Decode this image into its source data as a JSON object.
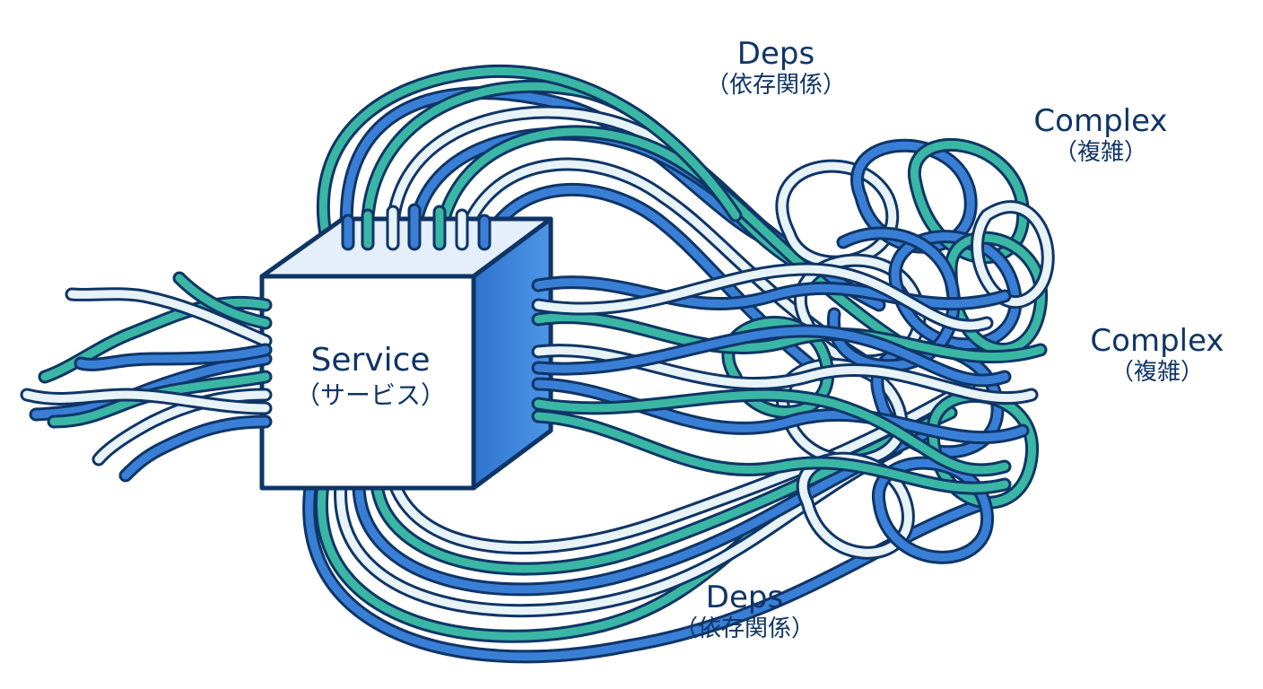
{
  "service": {
    "name": "Service",
    "name_ja": "（サービス）"
  },
  "labels": {
    "deps_top": {
      "en": "Deps",
      "ja": "（依存関係）"
    },
    "complex_1": {
      "en": "Complex",
      "ja": "（複雑）"
    },
    "complex_2": {
      "en": "Complex",
      "ja": "（複雑）"
    },
    "deps_bottom": {
      "en": "Deps",
      "ja": "（依存関係）"
    }
  },
  "colors": {
    "outline": "#0f3566",
    "blue": "#3a7fd6",
    "teal": "#3ab6a4",
    "pale": "#e8f3f8",
    "cube_front": "#ffffff",
    "cube_top": "#e4effb",
    "cube_side": "#3d86db"
  }
}
